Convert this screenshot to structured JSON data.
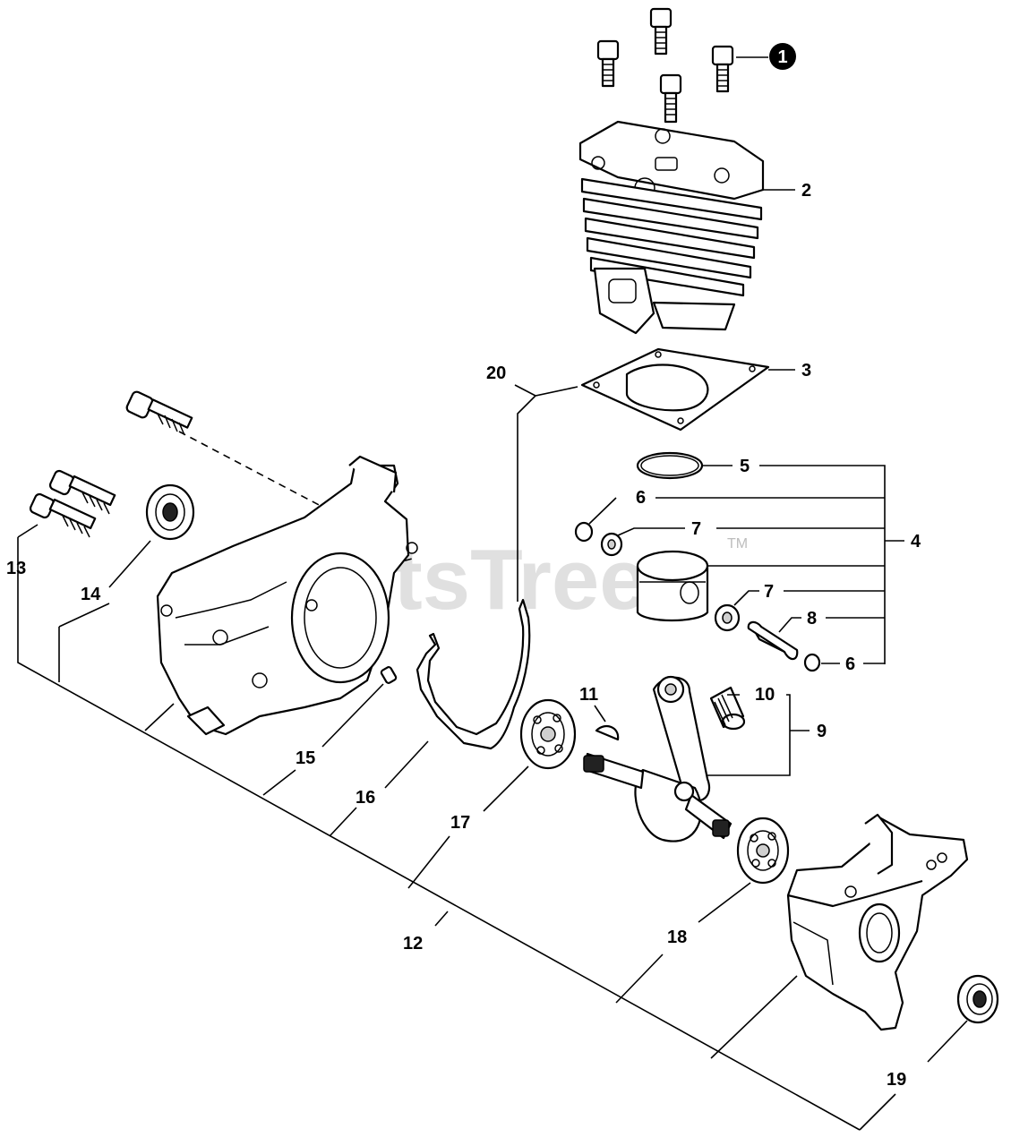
{
  "watermark": {
    "text": "PartsTree",
    "trademark": "TM"
  },
  "callouts": {
    "c1": "1",
    "c2": "2",
    "c3": "3",
    "c4": "4",
    "c5": "5",
    "c6a": "6",
    "c6b": "6",
    "c7a": "7",
    "c7b": "7",
    "c8": "8",
    "c9": "9",
    "c10": "10",
    "c11": "11",
    "c12": "12",
    "c13": "13",
    "c14": "14",
    "c15": "15",
    "c16": "16",
    "c17": "17",
    "c18": "18",
    "c19": "19",
    "c20": "20"
  }
}
